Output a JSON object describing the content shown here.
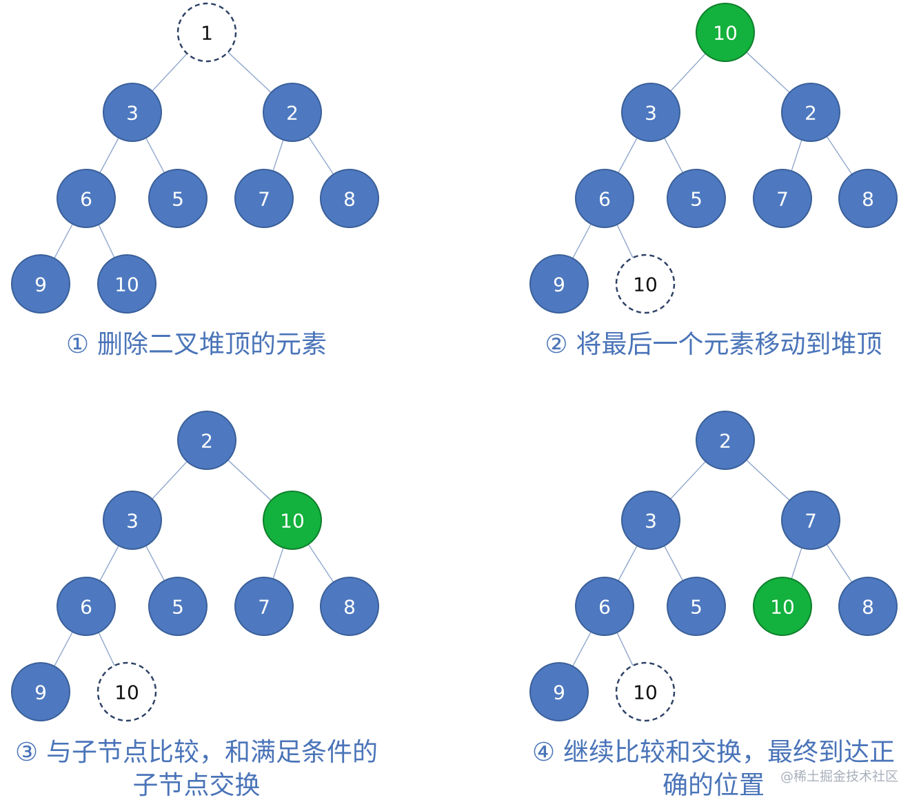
{
  "colors": {
    "node_fill": "#4e79c0",
    "node_stroke": "#3a5f99",
    "highlight_fill": "#13b13d",
    "highlight_stroke": "#0e7f2c",
    "dashed_stroke": "#2e4266",
    "edge": "#8fa7cc",
    "caption": "#4a74b8"
  },
  "panels": [
    {
      "caption": "① 删除二叉堆顶的元素",
      "nodes": [
        {
          "label": "1",
          "style": "dashed"
        },
        {
          "label": "3",
          "style": "normal"
        },
        {
          "label": "2",
          "style": "normal"
        },
        {
          "label": "6",
          "style": "normal"
        },
        {
          "label": "5",
          "style": "normal"
        },
        {
          "label": "7",
          "style": "normal"
        },
        {
          "label": "8",
          "style": "normal"
        },
        {
          "label": "9",
          "style": "normal"
        },
        {
          "label": "10",
          "style": "normal"
        }
      ]
    },
    {
      "caption": "② 将最后一个元素移动到堆顶",
      "nodes": [
        {
          "label": "10",
          "style": "highlight"
        },
        {
          "label": "3",
          "style": "normal"
        },
        {
          "label": "2",
          "style": "normal"
        },
        {
          "label": "6",
          "style": "normal"
        },
        {
          "label": "5",
          "style": "normal"
        },
        {
          "label": "7",
          "style": "normal"
        },
        {
          "label": "8",
          "style": "normal"
        },
        {
          "label": "9",
          "style": "normal"
        },
        {
          "label": "10",
          "style": "dashed"
        }
      ]
    },
    {
      "caption": "③ 与子节点比较，和满足条件的\n子节点交换",
      "nodes": [
        {
          "label": "2",
          "style": "normal"
        },
        {
          "label": "3",
          "style": "normal"
        },
        {
          "label": "10",
          "style": "highlight"
        },
        {
          "label": "6",
          "style": "normal"
        },
        {
          "label": "5",
          "style": "normal"
        },
        {
          "label": "7",
          "style": "normal"
        },
        {
          "label": "8",
          "style": "normal"
        },
        {
          "label": "9",
          "style": "normal"
        },
        {
          "label": "10",
          "style": "dashed"
        }
      ]
    },
    {
      "caption": "④ 继续比较和交换，最终到达正\n确的位置",
      "nodes": [
        {
          "label": "2",
          "style": "normal"
        },
        {
          "label": "3",
          "style": "normal"
        },
        {
          "label": "7",
          "style": "normal"
        },
        {
          "label": "6",
          "style": "normal"
        },
        {
          "label": "5",
          "style": "normal"
        },
        {
          "label": "10",
          "style": "highlight"
        },
        {
          "label": "8",
          "style": "normal"
        },
        {
          "label": "9",
          "style": "normal"
        },
        {
          "label": "10",
          "style": "dashed"
        }
      ]
    }
  ],
  "watermark": "@稀土掘金技术社区"
}
